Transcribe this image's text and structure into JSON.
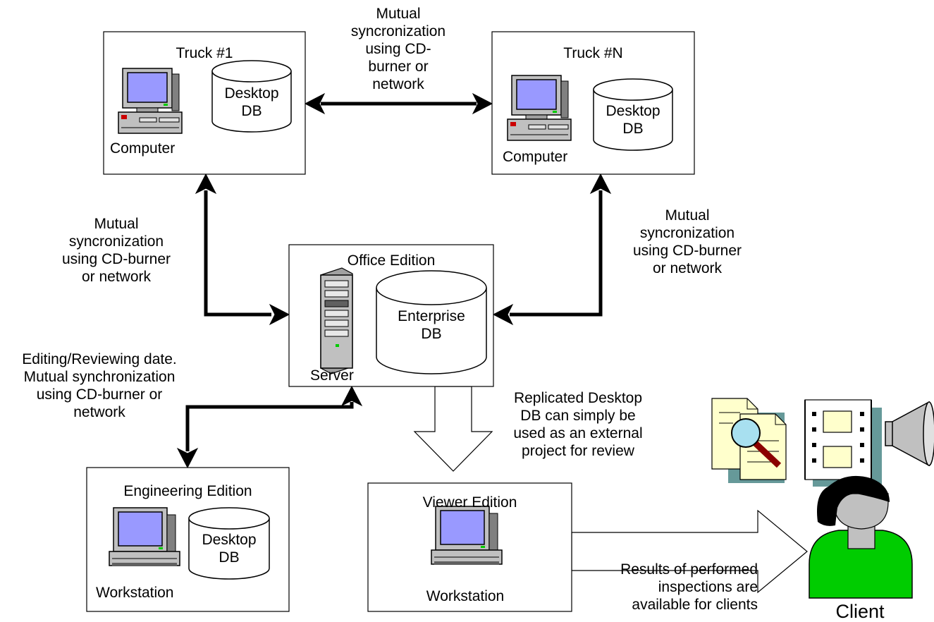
{
  "truck1": {
    "title": "Truck #1",
    "db_label": "Desktop\nDB",
    "device_label": "Computer"
  },
  "truckN": {
    "title": "Truck #N",
    "db_label": "Desktop\nDB",
    "device_label": "Computer"
  },
  "office": {
    "title": "Office Edition",
    "db_label": "Enterprise\nDB",
    "device_label": "Server"
  },
  "engineering": {
    "title": "Engineering Edition",
    "db_label": "Desktop\nDB",
    "device_label": "Workstation"
  },
  "viewer": {
    "title": "Viewer Edition",
    "device_label": "Workstation"
  },
  "client": {
    "label": "Client"
  },
  "notes": {
    "sync_top": "Mutual\nsyncronization\nusing CD-\nburner or\nnetwork",
    "sync_left": "Mutual\nsyncronization\nusing CD-burner\nor network",
    "sync_right": "Mutual\nsyncronization\nusing CD-burner\nor network",
    "editing": "Editing/Reviewing date.\nMutual synchronization\nusing CD-burner or\nnetwork",
    "replicated": "Replicated Desktop\nDB can simply be\nused as an external\nproject for review",
    "results": "Results of performed\ninspections are\navailable for clients"
  },
  "colors": {
    "screen": "#9999ff",
    "monitor_body": "#c0c0c0",
    "paper": "#ffffcc",
    "shadow": "#669999",
    "client_body": "#00cc00",
    "client_skin": "#c0c0c0",
    "hair": "#000000",
    "speaker": "#c0c0c0"
  }
}
